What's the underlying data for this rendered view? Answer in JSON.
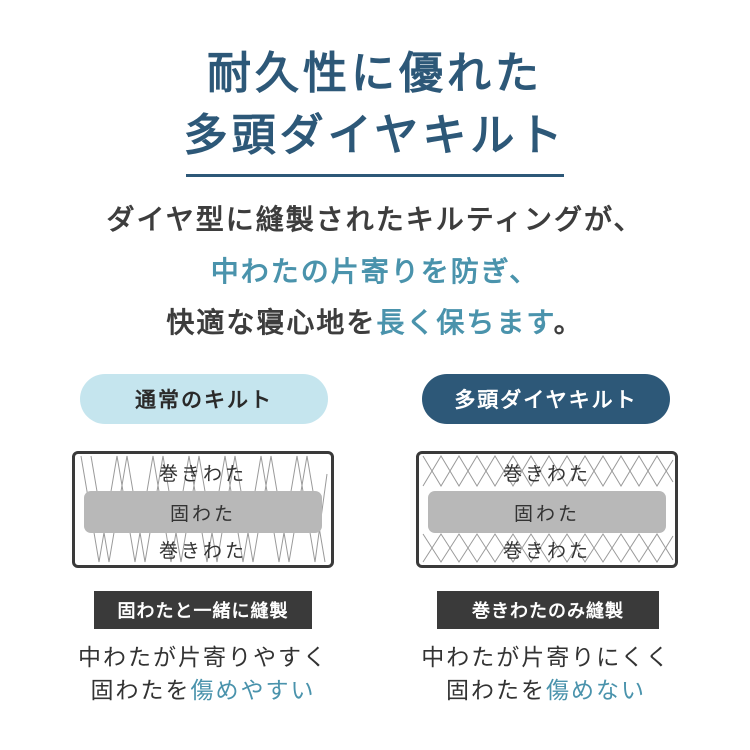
{
  "header": {
    "title_line1": "耐久性に優れた",
    "title_line2": "多頭ダイヤキルト"
  },
  "intro": {
    "line1": "ダイヤ型に縫製されたキルティングが、",
    "line2": "中わたの片寄りを防ぎ、",
    "line3_prefix": "快適な寝心地を",
    "line3_highlight": "長く保ちます",
    "line3_suffix": "。"
  },
  "left": {
    "label": "通常のキルト",
    "diagram": {
      "top": "巻きわた",
      "core": "固わた",
      "bottom": "巻きわた"
    },
    "tag": "固わたと一緒に縫製",
    "note_line1": "中わたが片寄りやすく",
    "note_line2_prefix": "固わたを",
    "note_line2_highlight": "傷めやすい"
  },
  "right": {
    "label": "多頭ダイヤキルト",
    "diagram": {
      "top": "巻きわた",
      "core": "固わた",
      "bottom": "巻きわた"
    },
    "tag": "巻きわたのみ縫製",
    "note_line1": "中わたが片寄りにくく",
    "note_line2_prefix": "固わたを",
    "note_line2_highlight": "傷めない"
  },
  "colors": {
    "navy": "#2d5878",
    "accent_blue": "#4a93ac",
    "light_blue": "#c5e5ee",
    "dark_gray": "#3a3a3a",
    "core_gray": "#b8b8b8"
  }
}
